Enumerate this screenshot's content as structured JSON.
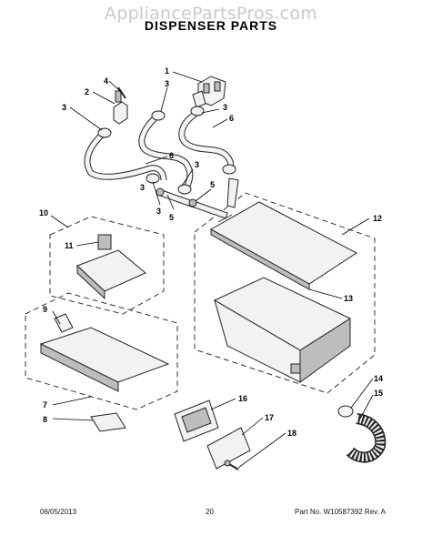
{
  "watermark": "AppliancePartsPros.com",
  "title": "DISPENSER PARTS",
  "footer": {
    "date": "06/05/2013",
    "page": "20",
    "doc": "Part No. W10587392  Rev. A"
  },
  "callouts": [
    "1",
    "2",
    "3",
    "3",
    "3",
    "3",
    "3",
    "3",
    "4",
    "5",
    "5",
    "6",
    "6",
    "7",
    "8",
    "9",
    "10",
    "11",
    "12",
    "13",
    "14",
    "15",
    "16",
    "17",
    "18"
  ]
}
